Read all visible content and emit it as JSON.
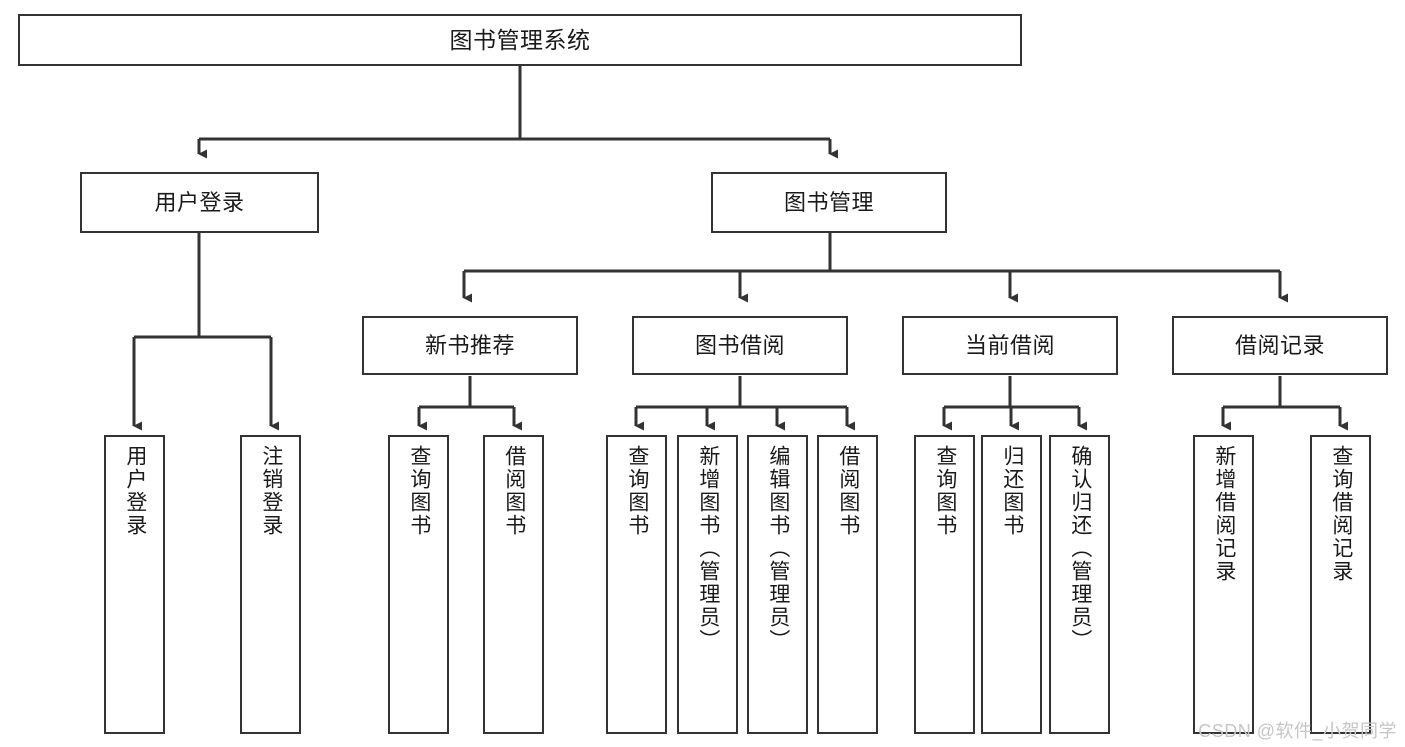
{
  "diagram": {
    "title": "图书管理系统",
    "type": "tree",
    "theme": {
      "background": "#ffffff",
      "box_border": "#333333",
      "box_fill": "#ffffff",
      "line": "#333333",
      "text": "#1a1a1a",
      "watermark": "#c6c6c6"
    },
    "root": {
      "label": "图书管理系统"
    },
    "level2": [
      {
        "label": "用户登录"
      },
      {
        "label": "图书管理"
      }
    ],
    "level3": [
      {
        "label": "新书推荐"
      },
      {
        "label": "图书借阅"
      },
      {
        "label": "当前借阅"
      },
      {
        "label": "借阅记录"
      }
    ],
    "leaves": {
      "user_login": [
        {
          "label": "用户登录"
        },
        {
          "label": "注销登录"
        }
      ],
      "new_book_recommend": [
        {
          "label": "查询图书"
        },
        {
          "label": "借阅图书"
        }
      ],
      "book_borrow": [
        {
          "label": "查询图书"
        },
        {
          "label": "新增图书（管理员）"
        },
        {
          "label": "编辑图书（管理员）"
        },
        {
          "label": "借阅图书"
        }
      ],
      "current_borrow": [
        {
          "label": "查询图书"
        },
        {
          "label": "归还图书"
        },
        {
          "label": "确认归还（管理员）"
        }
      ],
      "borrow_record": [
        {
          "label": "新增借阅记录"
        },
        {
          "label": "查询借阅记录"
        }
      ]
    }
  },
  "watermark": {
    "text": "CSDN @软件_小贺同学"
  }
}
